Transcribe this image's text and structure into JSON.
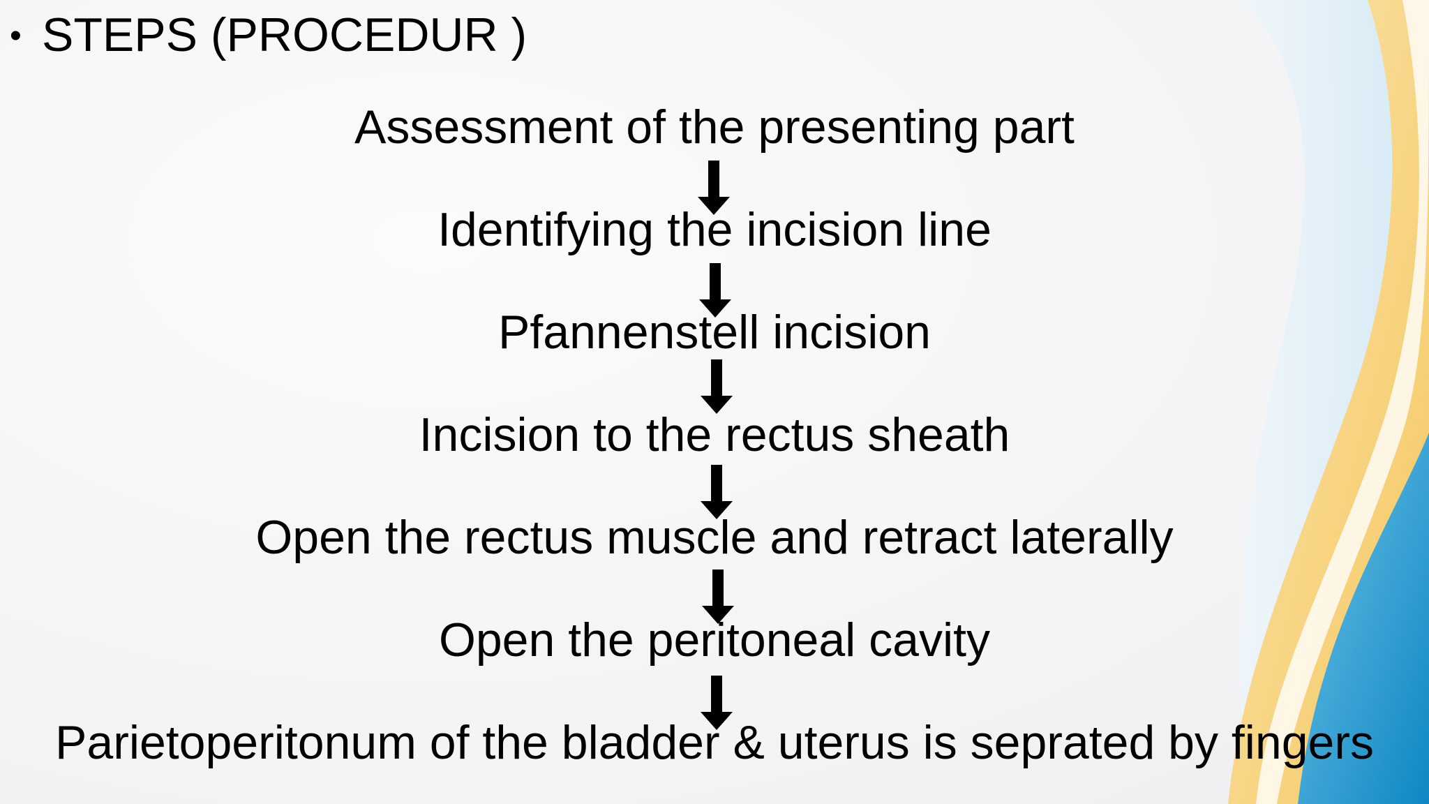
{
  "slide": {
    "bullet_symbol": "•",
    "title": "STEPS (PROCEDUR )",
    "steps": [
      "Assessment of the presenting part",
      "Identifying the incision line",
      "Pfannenstell incision",
      "Incision to the rectus  sheath",
      "Open the rectus muscle and retract laterally",
      "Open the peritoneal cavity",
      "Parietoperitonum of the bladder & uterus is seprated by fingers"
    ]
  },
  "theme": {
    "arrow_color": "#000000",
    "wave_yellow": "#f6cf6e",
    "wave_blue": "#1f97cc",
    "wave_light_blue": "#bfe0f0"
  }
}
